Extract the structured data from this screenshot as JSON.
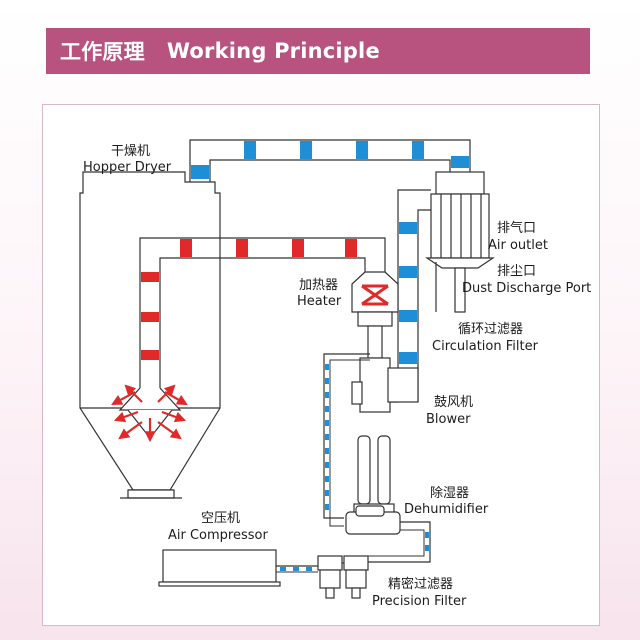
{
  "header": {
    "title_zh": "工作原理",
    "title_en": "Working Principle"
  },
  "labels": {
    "hopper_dryer": {
      "zh": "干燥机",
      "en": "Hopper Dryer"
    },
    "air_outlet": {
      "zh": "排气口",
      "en": "Air outlet"
    },
    "dust_port": {
      "zh": "排尘口",
      "en": "Dust Discharge Port"
    },
    "heater": {
      "zh": "加热器",
      "en": "Heater"
    },
    "circulation_filter": {
      "zh": "循环过滤器",
      "en": "Circulation Filter"
    },
    "blower": {
      "zh": "鼓风机",
      "en": "Blower"
    },
    "dehumidifier": {
      "zh": "除湿器",
      "en": "Dehumidifier"
    },
    "air_compressor": {
      "zh": "空压机",
      "en": "Air Compressor"
    },
    "precision_filter": {
      "zh": "精密过滤器",
      "en": "Precision Filter"
    }
  },
  "colors": {
    "header_bg": "#b8527f",
    "hot_air": "#e02a2a",
    "dry_air": "#1e8fd6",
    "outline": "#333333"
  }
}
